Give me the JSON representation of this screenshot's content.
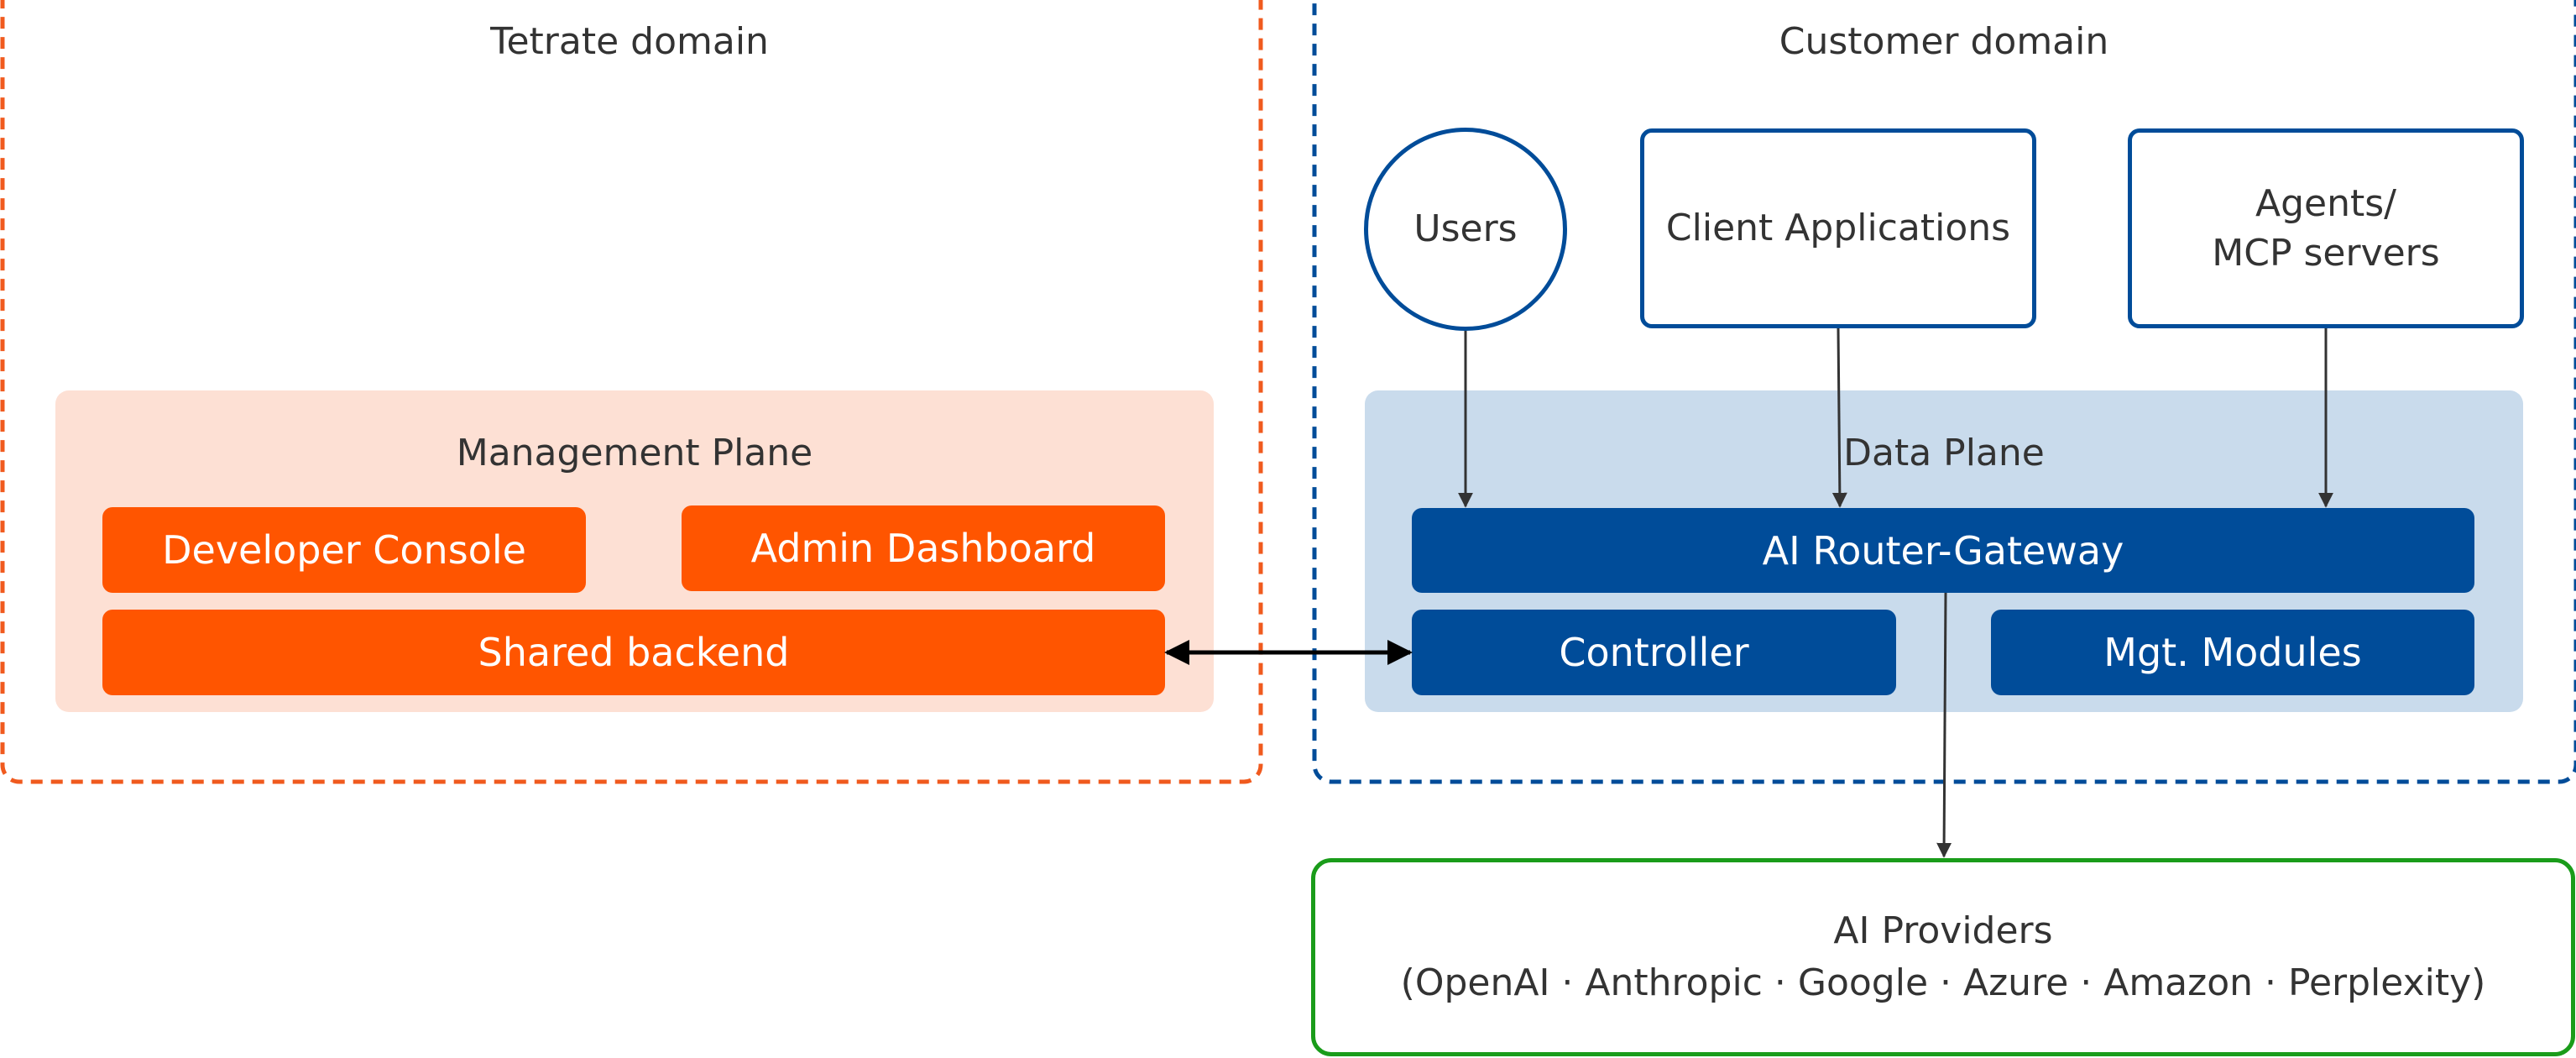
{
  "domains": {
    "tetrate": {
      "title": "Tetrate domain",
      "border_color": "#f05a1e"
    },
    "customer": {
      "title": "Customer domain",
      "border_color": "#004c99"
    }
  },
  "management_plane": {
    "title": "Management Plane",
    "background": "#fde0d4",
    "developer_console": "Developer Console",
    "admin_dashboard": "Admin Dashboard",
    "shared_backend": "Shared backend"
  },
  "data_plane": {
    "title": "Data Plane",
    "background": "#c9dbec",
    "router_gateway": "AI Router-Gateway",
    "controller": "Controller",
    "mgt_modules": "Mgt. Modules"
  },
  "sources": {
    "users": "Users",
    "client_applications": "Client Applications",
    "agents_line1": "Agents/",
    "agents_line2": "MCP servers"
  },
  "providers": {
    "title": "AI Providers",
    "list": "(OpenAI · Anthropic · Google · Azure · Amazon · Perplexity)",
    "border_color": "#1a9c1a"
  },
  "colors": {
    "orange": "#ff5500",
    "blue": "#004c99",
    "arrow": "#333333"
  }
}
